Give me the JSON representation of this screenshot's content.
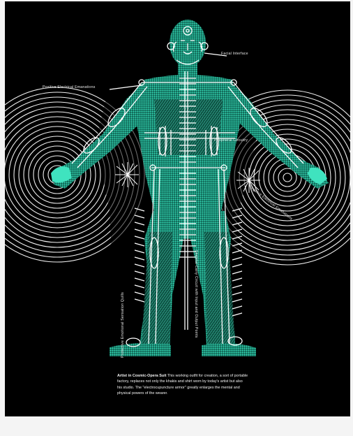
{
  "labels": {
    "facial_interface": "Facial Interface",
    "positive_emanations": "Positive Electrical Emanations",
    "peripheral_circuitry": "Peripheral Circuitry",
    "negative_emanations": "Negative Electrical Emanations",
    "skeletal_circuit": "Skeletal Carry Circuit with Input and Output Points",
    "protective_quills": "Protective Emotional Sensation Quills"
  },
  "caption": {
    "title": "Artist in Cosmic-Opera Suit",
    "body": " This working outfit for creation, a sort of portable factory, replaces not only the khakis and shirt worn by today's artist but also his studio. The \"electrocupuncture armor\" greatly enlarges the mental and physical powers of the wearer."
  },
  "colors": {
    "background": "#000000",
    "body_teal": "#2fcfae",
    "line_white": "#ffffff"
  }
}
